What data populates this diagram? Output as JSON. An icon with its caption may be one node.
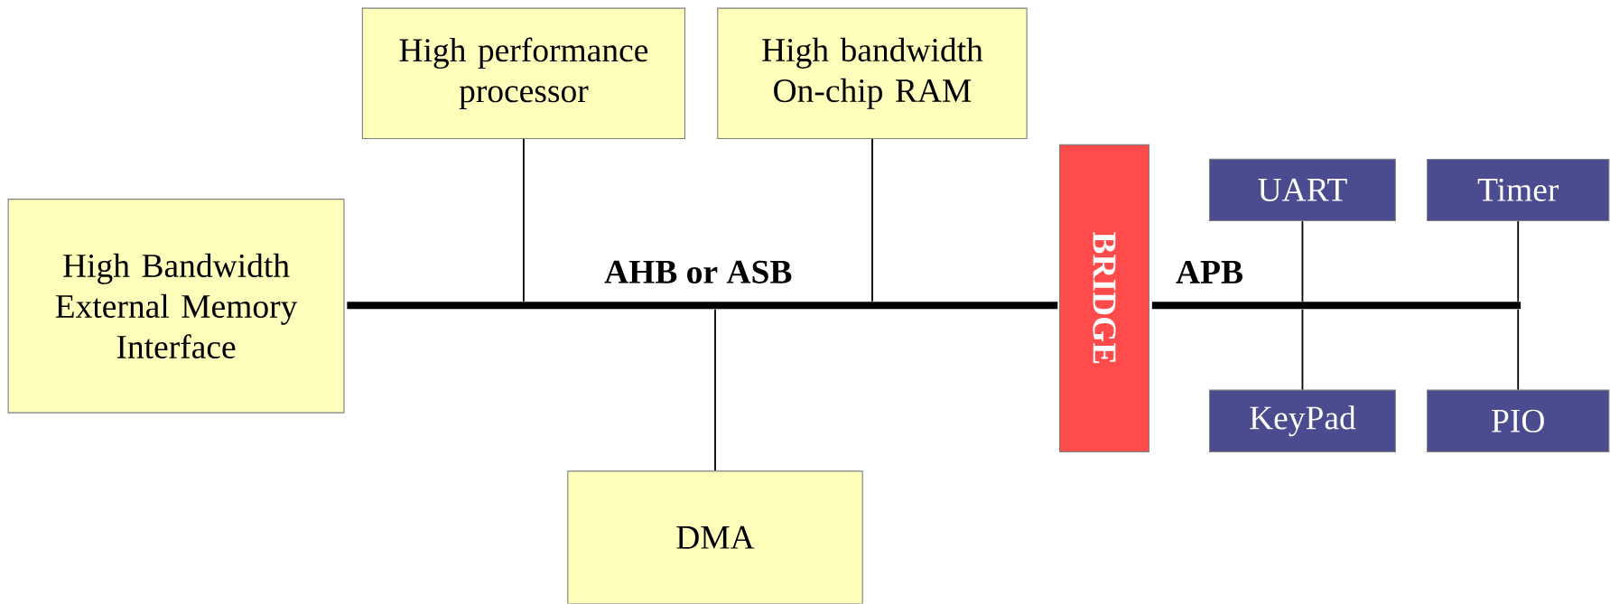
{
  "diagram": {
    "nodes": [
      {
        "text": [
          "High Bandwidth External Memory Interface"
        ]
      },
      {
        "text": [
          "High performance processor"
        ]
      },
      {
        "text": [
          "High bandwidth On-chip RAM"
        ]
      },
      {
        "text": [
          "DMA"
        ]
      },
      {
        "text": [
          "BRIDGE"
        ]
      },
      {
        "text": [
          "UART"
        ]
      },
      {
        "text": [
          "Timer"
        ]
      },
      {
        "text": [
          "KeyPad"
        ]
      },
      {
        "text": [
          "PIO"
        ]
      },
      {
        "text": [
          "AHB or ASB"
        ]
      },
      {
        "text": [
          "APB"
        ]
      }
    ],
    "edges": [
      {
        "from": 1,
        "to": 9,
        "arrow": "none"
      },
      {
        "from": 2,
        "to": 9,
        "arrow": "none"
      },
      {
        "from": 3,
        "to": 9,
        "arrow": "none"
      },
      {
        "from": 5,
        "to": 10,
        "arrow": "none"
      },
      {
        "from": 6,
        "to": 10,
        "arrow": "none"
      },
      {
        "from": 7,
        "to": 10,
        "arrow": "none"
      },
      {
        "from": 8,
        "to": 10,
        "arrow": "none"
      }
    ]
  }
}
